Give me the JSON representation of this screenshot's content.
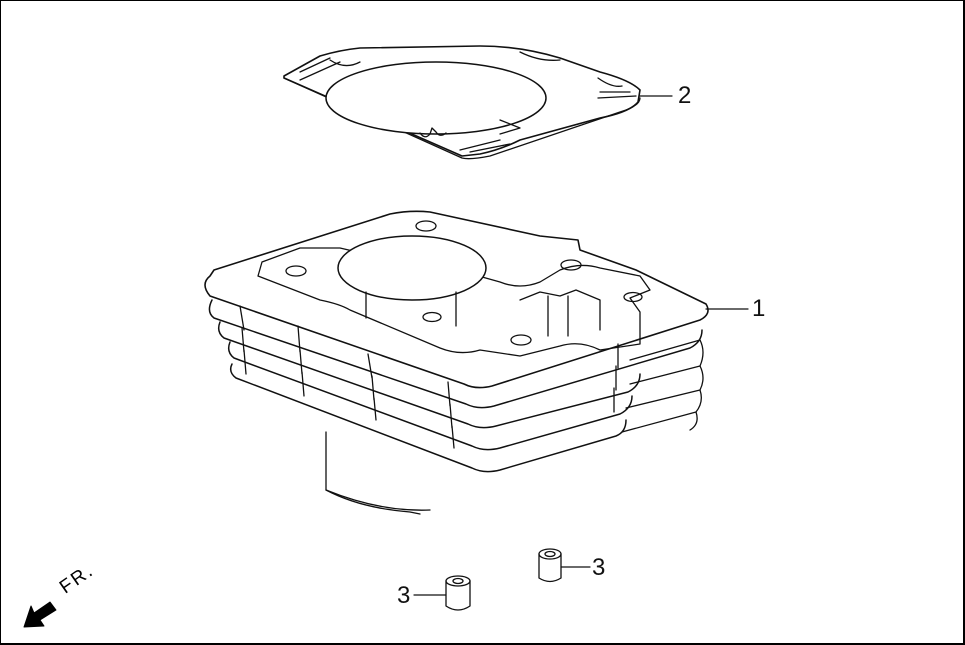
{
  "diagram": {
    "type": "exploded-parts-diagram",
    "subject": "engine cylinder assembly",
    "parts": [
      {
        "callout": "1",
        "name": "cylinder block (finned)"
      },
      {
        "callout": "2",
        "name": "cylinder base gasket"
      },
      {
        "callout": "3",
        "name": "dowel pin"
      },
      {
        "callout": "3",
        "name": "dowel pin"
      }
    ],
    "direction_indicator": {
      "label": "FR.",
      "icon": "front-arrow-icon"
    }
  },
  "colors": {
    "line": "#111111",
    "background": "#ffffff",
    "border": "#000000"
  }
}
